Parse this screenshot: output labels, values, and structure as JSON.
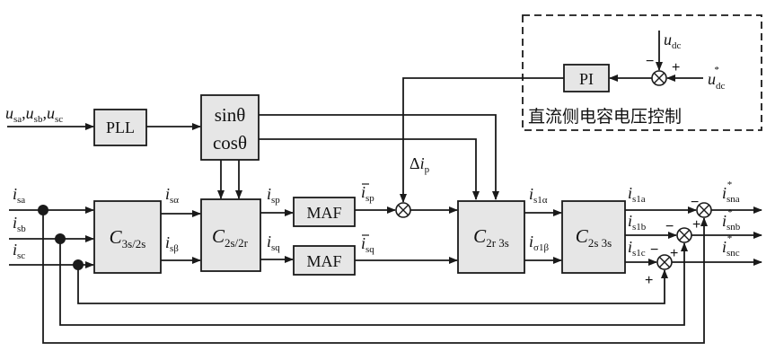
{
  "blocks": {
    "pll": "PLL",
    "pi": "PI",
    "sin": "sinθ",
    "cos": "cosθ",
    "maf_p": "MAF",
    "maf_q": "MAF",
    "c3s2s": {
      "main": "C",
      "sub": "3s/2s"
    },
    "c2s2r": {
      "main": "C",
      "sub": "2s/2r"
    },
    "c2r3s": {
      "main": "C",
      "sub": "2r 3s"
    },
    "c2s3s": {
      "main": "C",
      "sub": "2s 3s"
    }
  },
  "dc_panel_title": "直流侧电容电压控制",
  "signals": {
    "u_abc": {
      "parts": [
        {
          "main": "u",
          "sub": "sa"
        },
        {
          "sep": ","
        },
        {
          "main": "u",
          "sub": "sb"
        },
        {
          "sep": ","
        },
        {
          "main": "u",
          "sub": "sc"
        }
      ]
    },
    "udc": {
      "main": "u",
      "sub": "dc"
    },
    "udc_ref": {
      "main": "u",
      "sub": "dc",
      "sup": "*"
    },
    "delta_ip": {
      "pre": "Δ",
      "main": "i",
      "sub": "p"
    },
    "isa": {
      "main": "i",
      "sub": "sa"
    },
    "isb": {
      "main": "i",
      "sub": "sb"
    },
    "isc": {
      "main": "i",
      "sub": "sc"
    },
    "is_alpha": {
      "main": "i",
      "sub": "sα"
    },
    "is_beta": {
      "main": "i",
      "sub": "sβ"
    },
    "isp": {
      "main": "i",
      "sub": "sp"
    },
    "isq": {
      "main": "i",
      "sub": "sq"
    },
    "isp_bar": {
      "main": "i",
      "sub": "sp"
    },
    "isq_bar": {
      "main": "i",
      "sub": "sq"
    },
    "is1_alpha": {
      "main": "i",
      "sub": "s1α"
    },
    "is1_beta": {
      "main": "i",
      "sub": "σ1β"
    },
    "is1a": {
      "main": "i",
      "sub": "s1a"
    },
    "is1b": {
      "main": "i",
      "sub": "s1b"
    },
    "is1c": {
      "main": "i",
      "sub": "s1c"
    },
    "isna_ref": {
      "main": "i",
      "sub": "sna",
      "sup": "*"
    },
    "isnb_ref": {
      "main": "i",
      "sub": "snb",
      "sup": "*"
    },
    "isnc_ref": {
      "main": "i",
      "sub": "snc",
      "sup": "*"
    }
  },
  "signs": {
    "dc_minus": "−",
    "dc_plus": "+",
    "sa_minus": "−",
    "sa_plus": "+",
    "sb_minus": "−",
    "sb_plus": "+",
    "sc_minus": "−",
    "sc_plus": "+"
  }
}
